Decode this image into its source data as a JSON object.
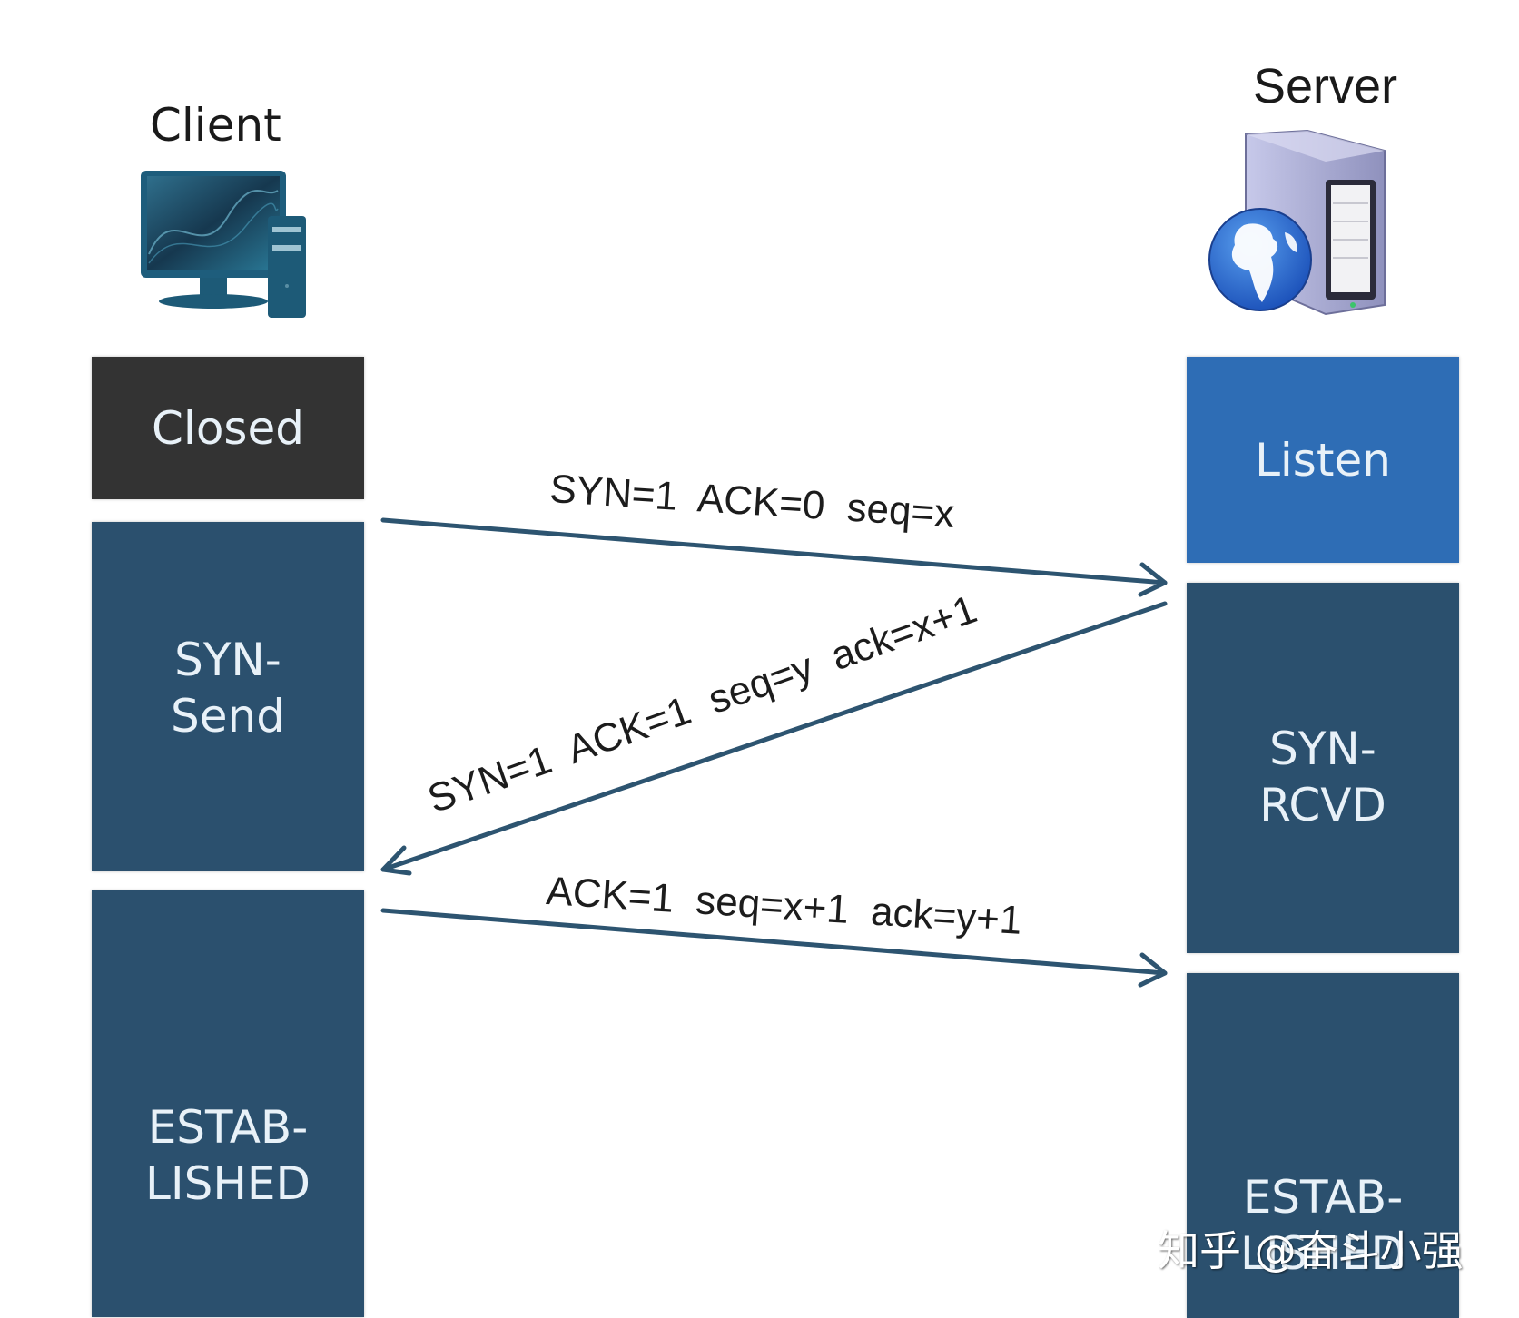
{
  "client": {
    "label": "Client",
    "icon": "desktop-computer-icon",
    "states": [
      {
        "line1": "Closed",
        "line2": "",
        "color": "#333333"
      },
      {
        "line1": "SYN-",
        "line2": "Send",
        "color": "#2b506e"
      },
      {
        "line1": "ESTAB-",
        "line2": "LISHED",
        "color": "#2b506e"
      }
    ]
  },
  "server": {
    "label": "Server",
    "icon": "server-globe-icon",
    "states": [
      {
        "line1": "Listen",
        "line2": "",
        "color": "#2e6db5"
      },
      {
        "line1": "SYN-",
        "line2": "RCVD",
        "color": "#2b506e"
      },
      {
        "line1": "ESTAB-",
        "line2": "LISHED",
        "color": "#2b506e"
      }
    ]
  },
  "messages": [
    {
      "label": "SYN=1  ACK=0  seq=x",
      "direction": "client-to-server"
    },
    {
      "label": "SYN=1  ACK=1  seq=y  ack=x+1",
      "direction": "server-to-client"
    },
    {
      "label": "ACK=1  seq=x+1  ack=y+1",
      "direction": "client-to-server"
    }
  ],
  "colors": {
    "arrow": "#2d5470"
  },
  "watermark": "知乎 @奋斗小强"
}
